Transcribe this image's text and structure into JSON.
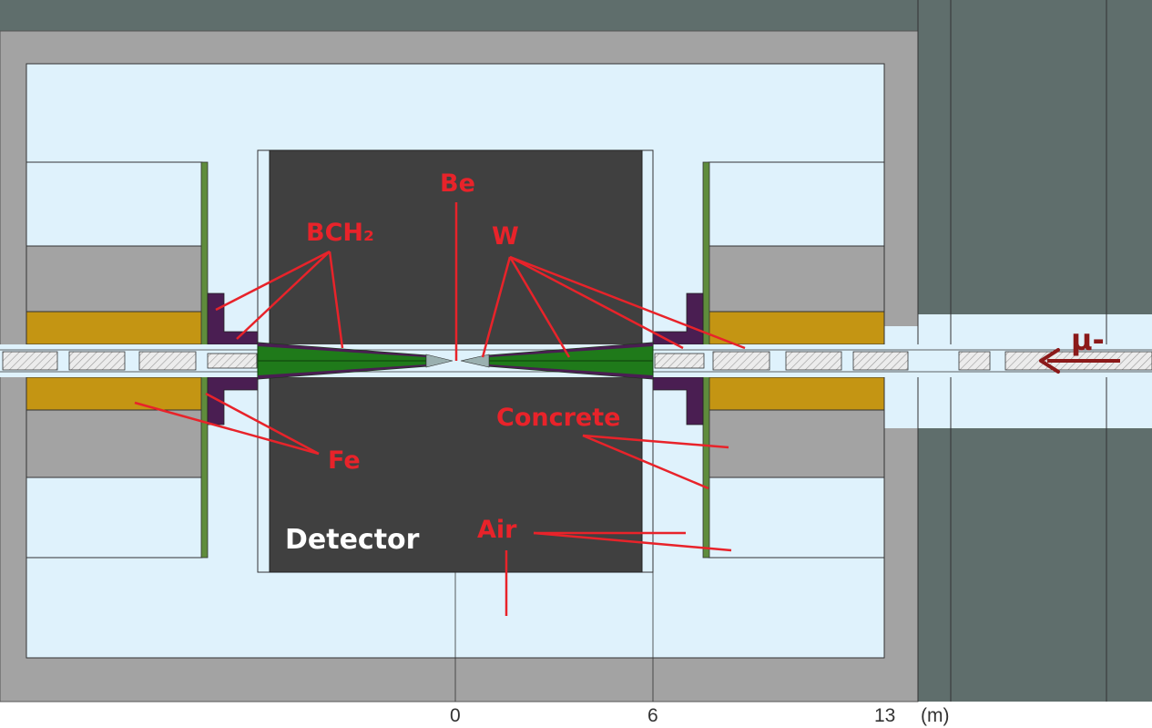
{
  "labels": {
    "be": "Be",
    "bch2": "BCH₂",
    "w": "W",
    "concrete": "Concrete",
    "fe": "Fe",
    "air": "Air",
    "detector": "Detector",
    "muon": "μ-"
  },
  "axis": {
    "ticks": [
      "0",
      "6",
      "13"
    ],
    "unit": "(m)"
  },
  "colors": {
    "outer_dark": "#5f6e6c",
    "shield_gray": "#a3a3a3",
    "air": "#dff2fc",
    "concrete": "#a3a3a3",
    "iron": "#c49513",
    "bch2": "#4a1e52",
    "tungsten": "#1f7a1a",
    "detector": "#404040",
    "green_plate": "#5f8c3c",
    "label_red": "#e8232a",
    "muon_arrow": "#8b1a1a"
  }
}
